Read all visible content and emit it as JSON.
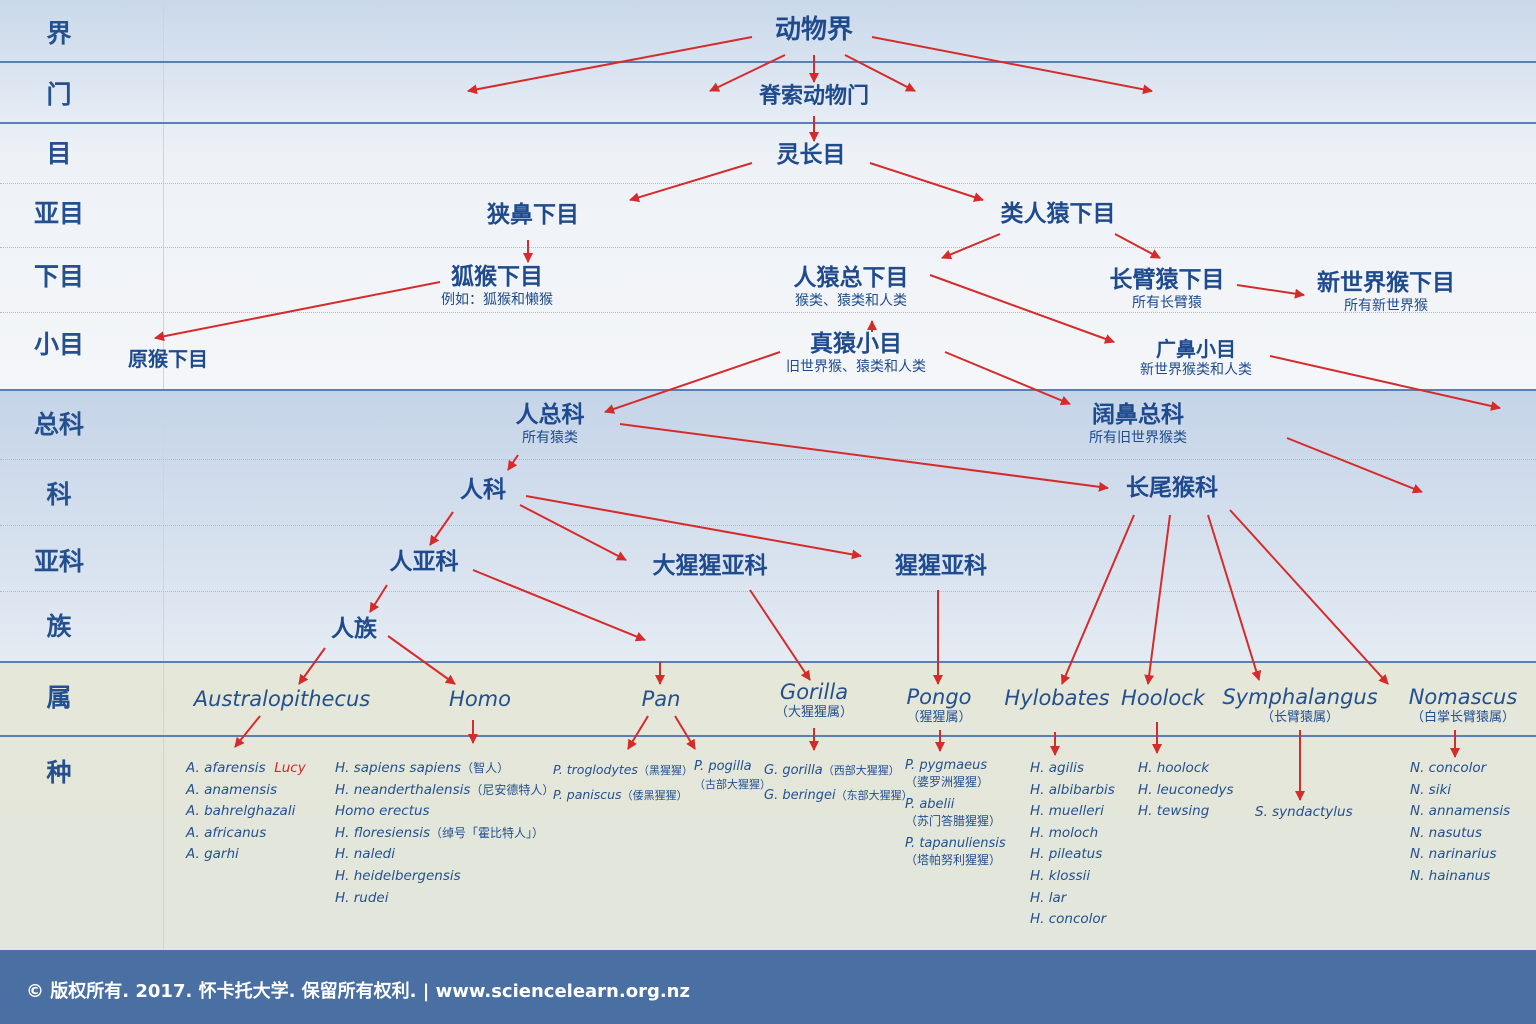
{
  "ranks": [
    "界",
    "门",
    "目",
    "亚目",
    "下目",
    "小目",
    "总科",
    "科",
    "亚科",
    "族",
    "属",
    "种"
  ],
  "nodes": {
    "kingdom": {
      "title": "动物界"
    },
    "phylum": {
      "title": "脊索动物门"
    },
    "order": {
      "title": "灵长目"
    },
    "strepsirrhini": {
      "title": "狭鼻下目"
    },
    "haplorhini": {
      "title": "类人猿下目"
    },
    "lemuriformes": {
      "title": "狐猴下目",
      "sub": "例如：狐猴和懒猴"
    },
    "simiiformes": {
      "title": "人猿总下目",
      "sub": "猴类、猿类和人类"
    },
    "tarsiiformes": {
      "title": "长臂猿下目",
      "sub": "所有长臂猿"
    },
    "platyrrhini_infra": {
      "title": "新世界猴下目",
      "sub": "所有新世界猴"
    },
    "primitive": {
      "title": "原猴下目"
    },
    "catarrhini": {
      "title": "真猿小目",
      "sub": "旧世界猴、猿类和人类"
    },
    "platyrrhini": {
      "title": "广鼻小目",
      "sub": "新世界猴类和人类"
    },
    "hominoidea": {
      "title": "人总科",
      "sub": "所有猿类"
    },
    "cercopithecoidea": {
      "title": "阔鼻总科",
      "sub": "所有旧世界猴类"
    },
    "hominidae": {
      "title": "人科"
    },
    "hylobatidae": {
      "title": "长尾猴科"
    },
    "homininae": {
      "title": "人亚科"
    },
    "gorillinae": {
      "title": "大猩猩亚科"
    },
    "ponginae": {
      "title": "猩猩亚科"
    },
    "hominini": {
      "title": "人族"
    }
  },
  "genera": {
    "australopithecus": {
      "name": "Australopithecus"
    },
    "homo": {
      "name": "Homo"
    },
    "pan": {
      "name": "Pan"
    },
    "gorilla": {
      "name": "Gorilla",
      "cn": "（大猩猩属）"
    },
    "pongo": {
      "name": "Pongo",
      "cn": "（猩猩属）"
    },
    "hylobates": {
      "name": "Hylobates"
    },
    "hoolock": {
      "name": "Hoolock"
    },
    "symphalangus": {
      "name": "Symphalangus",
      "cn": "（长臂猿属）"
    },
    "nomascus": {
      "name": "Nomascus",
      "cn": "（白掌长臂猿属）"
    }
  },
  "species": {
    "australopithecus": {
      "first": "A. afarensis",
      "lucy": "Lucy",
      "rest": [
        "A. anamensis",
        "A. bahrelghazali",
        "A. africanus",
        "A. garhi"
      ]
    },
    "homo": [
      {
        "name": "H. sapiens sapiens",
        "cn": "（智人）"
      },
      {
        "name": "H. neanderthalensis",
        "cn": "（尼安德特人）"
      },
      {
        "name": "Homo erectus",
        "cn": ""
      },
      {
        "name": "H. floresiensis",
        "cn": "（绰号「霍比特人」）"
      },
      {
        "name": "H. naledi",
        "cn": ""
      },
      {
        "name": "H. heidelbergensis",
        "cn": ""
      },
      {
        "name": "H. rudei",
        "cn": ""
      }
    ],
    "pan_a": [
      {
        "name": "P. troglodytes",
        "cn": "（黑猩猩）"
      },
      {
        "name": "P. paniscus",
        "cn": "（倭黑猩猩）"
      }
    ],
    "pan_b": {
      "name": "P. pogilla",
      "cn": "（古部大猩猩）"
    },
    "gorilla": [
      {
        "name": "G. gorilla",
        "cn": "（西部大猩猩）"
      },
      {
        "name": "G. beringei",
        "cn": "（东部大猩猩）"
      }
    ],
    "pongo": [
      {
        "name": "P. pygmaeus",
        "cn": "（婆罗洲猩猩）"
      },
      {
        "name": "P. abelii",
        "cn": "（苏门答腊猩猩）"
      },
      {
        "name": "P. tapanuliensis",
        "cn": "（塔帕努利猩猩）"
      }
    ],
    "hylobates": [
      "H. agilis",
      "H. albibarbis",
      "H. muelleri",
      "H. moloch",
      "H. pileatus",
      "H. klossii",
      "H. lar",
      "H. concolor"
    ],
    "hoolock": [
      "H. hoolock",
      "H. leuconedys",
      "H. tewsing"
    ],
    "symphalangus": [
      "S. syndactylus"
    ],
    "nomascus": [
      "N. concolor",
      "N. siki",
      "N. annamensis",
      "N. nasutus",
      "N. narinarius",
      "N. hainanus"
    ]
  },
  "footer": {
    "text": "© 版权所有. 2017. 怀卡托大学. 保留所有权利.  |  www.sciencelearn.org.nz"
  },
  "colors": {
    "arrow": "#d62b2b",
    "text": "#1f4b8e",
    "line": "#5a7fb3",
    "footer": "#4a6fa2"
  }
}
